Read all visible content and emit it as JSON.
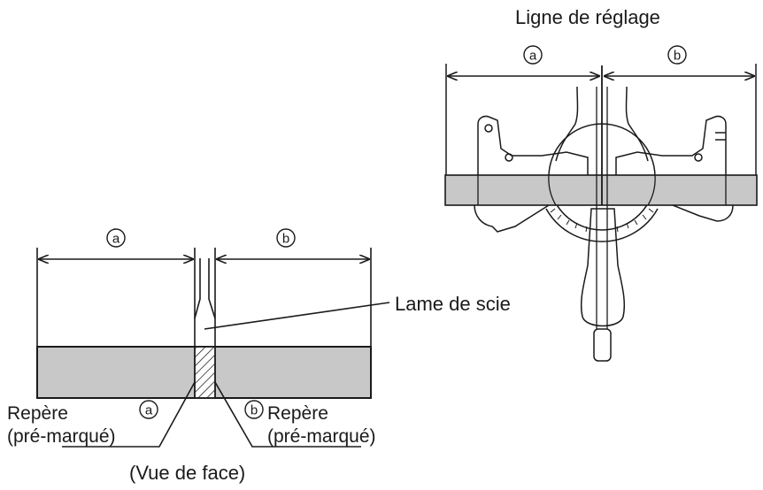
{
  "labels": {
    "adjust_line": "Ligne de réglage",
    "saw_blade": "Lame de scie",
    "mark_left_1": "Repère",
    "mark_left_2": "(pré-marqué)",
    "mark_right_1": "Repère",
    "mark_right_2": "(pré-marqué)",
    "front_view": "(Vue de face)",
    "circle_a": "a",
    "circle_b": "b"
  },
  "colors": {
    "line": "#1a1a1a",
    "board_fill": "#c8c8c8",
    "background": "#ffffff"
  }
}
